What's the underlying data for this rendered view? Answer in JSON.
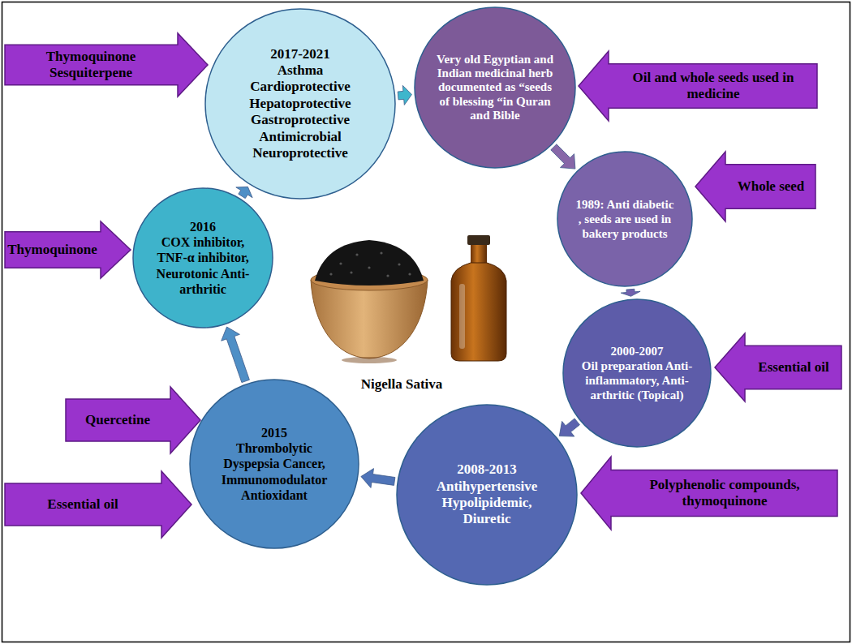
{
  "diagram": {
    "nodes": [
      {
        "text": [
          "Thymoquinone Sesquiterpene"
        ]
      },
      {
        "text": [
          "2017-2021",
          "Asthma Cardioprotective Hepatoprotective Gastroprotective Antimicrobial Neuroprotective"
        ]
      },
      {
        "text": [
          "Very old Egyptian and Indian medicinal herb documented as “seeds of blessing “in Quran and Bible"
        ]
      },
      {
        "text": [
          "Oil and whole seeds used in medicine"
        ]
      },
      {
        "text": [
          "Whole seed"
        ]
      },
      {
        "text": [
          "1989: Anti diabetic , seeds are used in bakery products"
        ]
      },
      {
        "text": [
          "Thymoquinone"
        ]
      },
      {
        "text": [
          "2016",
          "COX inhibitor, TNF-α inhibitor, Neurotonic Anti-arthritic"
        ]
      },
      {
        "text": [
          "2000-2007",
          "Oil preparation Anti-inflammatory, Anti-arthritic (Topical)"
        ]
      },
      {
        "text": [
          "Essential oil"
        ]
      },
      {
        "text": [
          "Quercetine"
        ]
      },
      {
        "text": [
          "2015",
          "Thrombolytic Dyspepsia Cancer, Immunomodulator Antioxidant"
        ]
      },
      {
        "text": [
          "2008-2013",
          "Antihypertensive Hypolipidemic, Diuretic"
        ]
      },
      {
        "text": [
          "Polyphenolic compounds, thymoquinone"
        ]
      },
      {
        "text": [
          "Essential oil"
        ]
      }
    ],
    "edges": [
      {
        "from": 1,
        "to": 2,
        "arrow": "to"
      },
      {
        "from": 2,
        "to": 5,
        "arrow": "to"
      },
      {
        "from": 5,
        "to": 8,
        "arrow": "to"
      },
      {
        "from": 8,
        "to": 12,
        "arrow": "to"
      },
      {
        "from": 12,
        "to": 11,
        "arrow": "to"
      },
      {
        "from": 11,
        "to": 7,
        "arrow": "to"
      },
      {
        "from": 7,
        "to": 1,
        "arrow": "to"
      }
    ],
    "labels": [
      "Nigella Sativa"
    ]
  }
}
